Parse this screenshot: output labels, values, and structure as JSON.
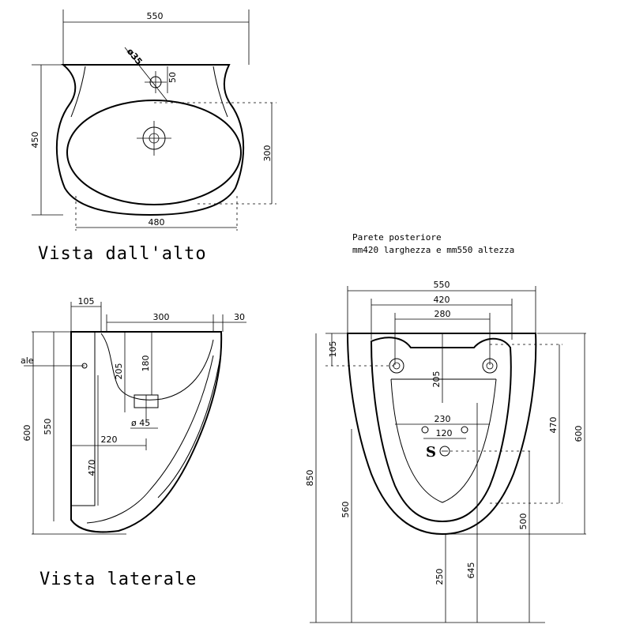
{
  "top_view": {
    "caption": "Vista dall'alto",
    "dims": {
      "width_top": "550",
      "diameter": "ø35",
      "hole_offset": "50",
      "depth": "450",
      "bowl_depth": "300",
      "width_bottom": "480"
    }
  },
  "side_view": {
    "caption": "Vista laterale",
    "partial_label": "ale",
    "dims": {
      "d105": "105",
      "d300": "300",
      "d30": "30",
      "d205": "205",
      "d180": "180",
      "d45": "ø 45",
      "d220": "220",
      "d600": "600",
      "d550": "550",
      "d470": "470"
    }
  },
  "back_view": {
    "note_line1": "Parete posteriore",
    "note_line2": "mm420 larghezza e mm550 altezza",
    "s_label": "S",
    "dims": {
      "d550": "550",
      "d420": "420",
      "d280": "280",
      "d105": "105",
      "d205": "205",
      "d230": "230",
      "d120": "120",
      "d470": "470",
      "d600": "600",
      "d850": "850",
      "d560": "560",
      "d500": "500",
      "d250": "250",
      "d645": "645"
    }
  }
}
